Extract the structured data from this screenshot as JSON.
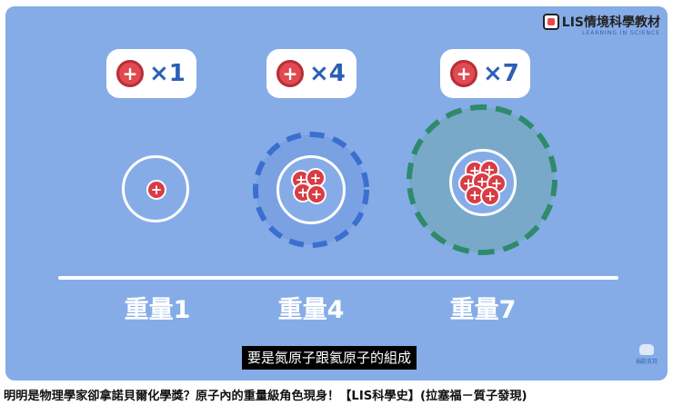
{
  "channel": {
    "brand_text": "LIS情境科學教材",
    "brand_sub": "LEARNING IN SCIENCE"
  },
  "badges": [
    {
      "count": "×1"
    },
    {
      "count": "×4"
    },
    {
      "count": "×7"
    }
  ],
  "proton_symbol": "+",
  "weights": [
    {
      "label": "重量1"
    },
    {
      "label": "重量4"
    },
    {
      "label": "重量7"
    }
  ],
  "subtitle": "要是氮原子跟氦原子的組成",
  "support_label": "捐款支持",
  "video_title": "明明是物理學家卻拿諾貝爾化學獎？原子內的重量級角色現身！【LIS科學史】(拉塞福－質子發現)",
  "colors": {
    "background": "#86ace7",
    "proton": "#d83d45",
    "badge_text": "#2c5fb5",
    "ring_blue": "#3b6fcf",
    "ring_green": "#2f8a6b"
  }
}
